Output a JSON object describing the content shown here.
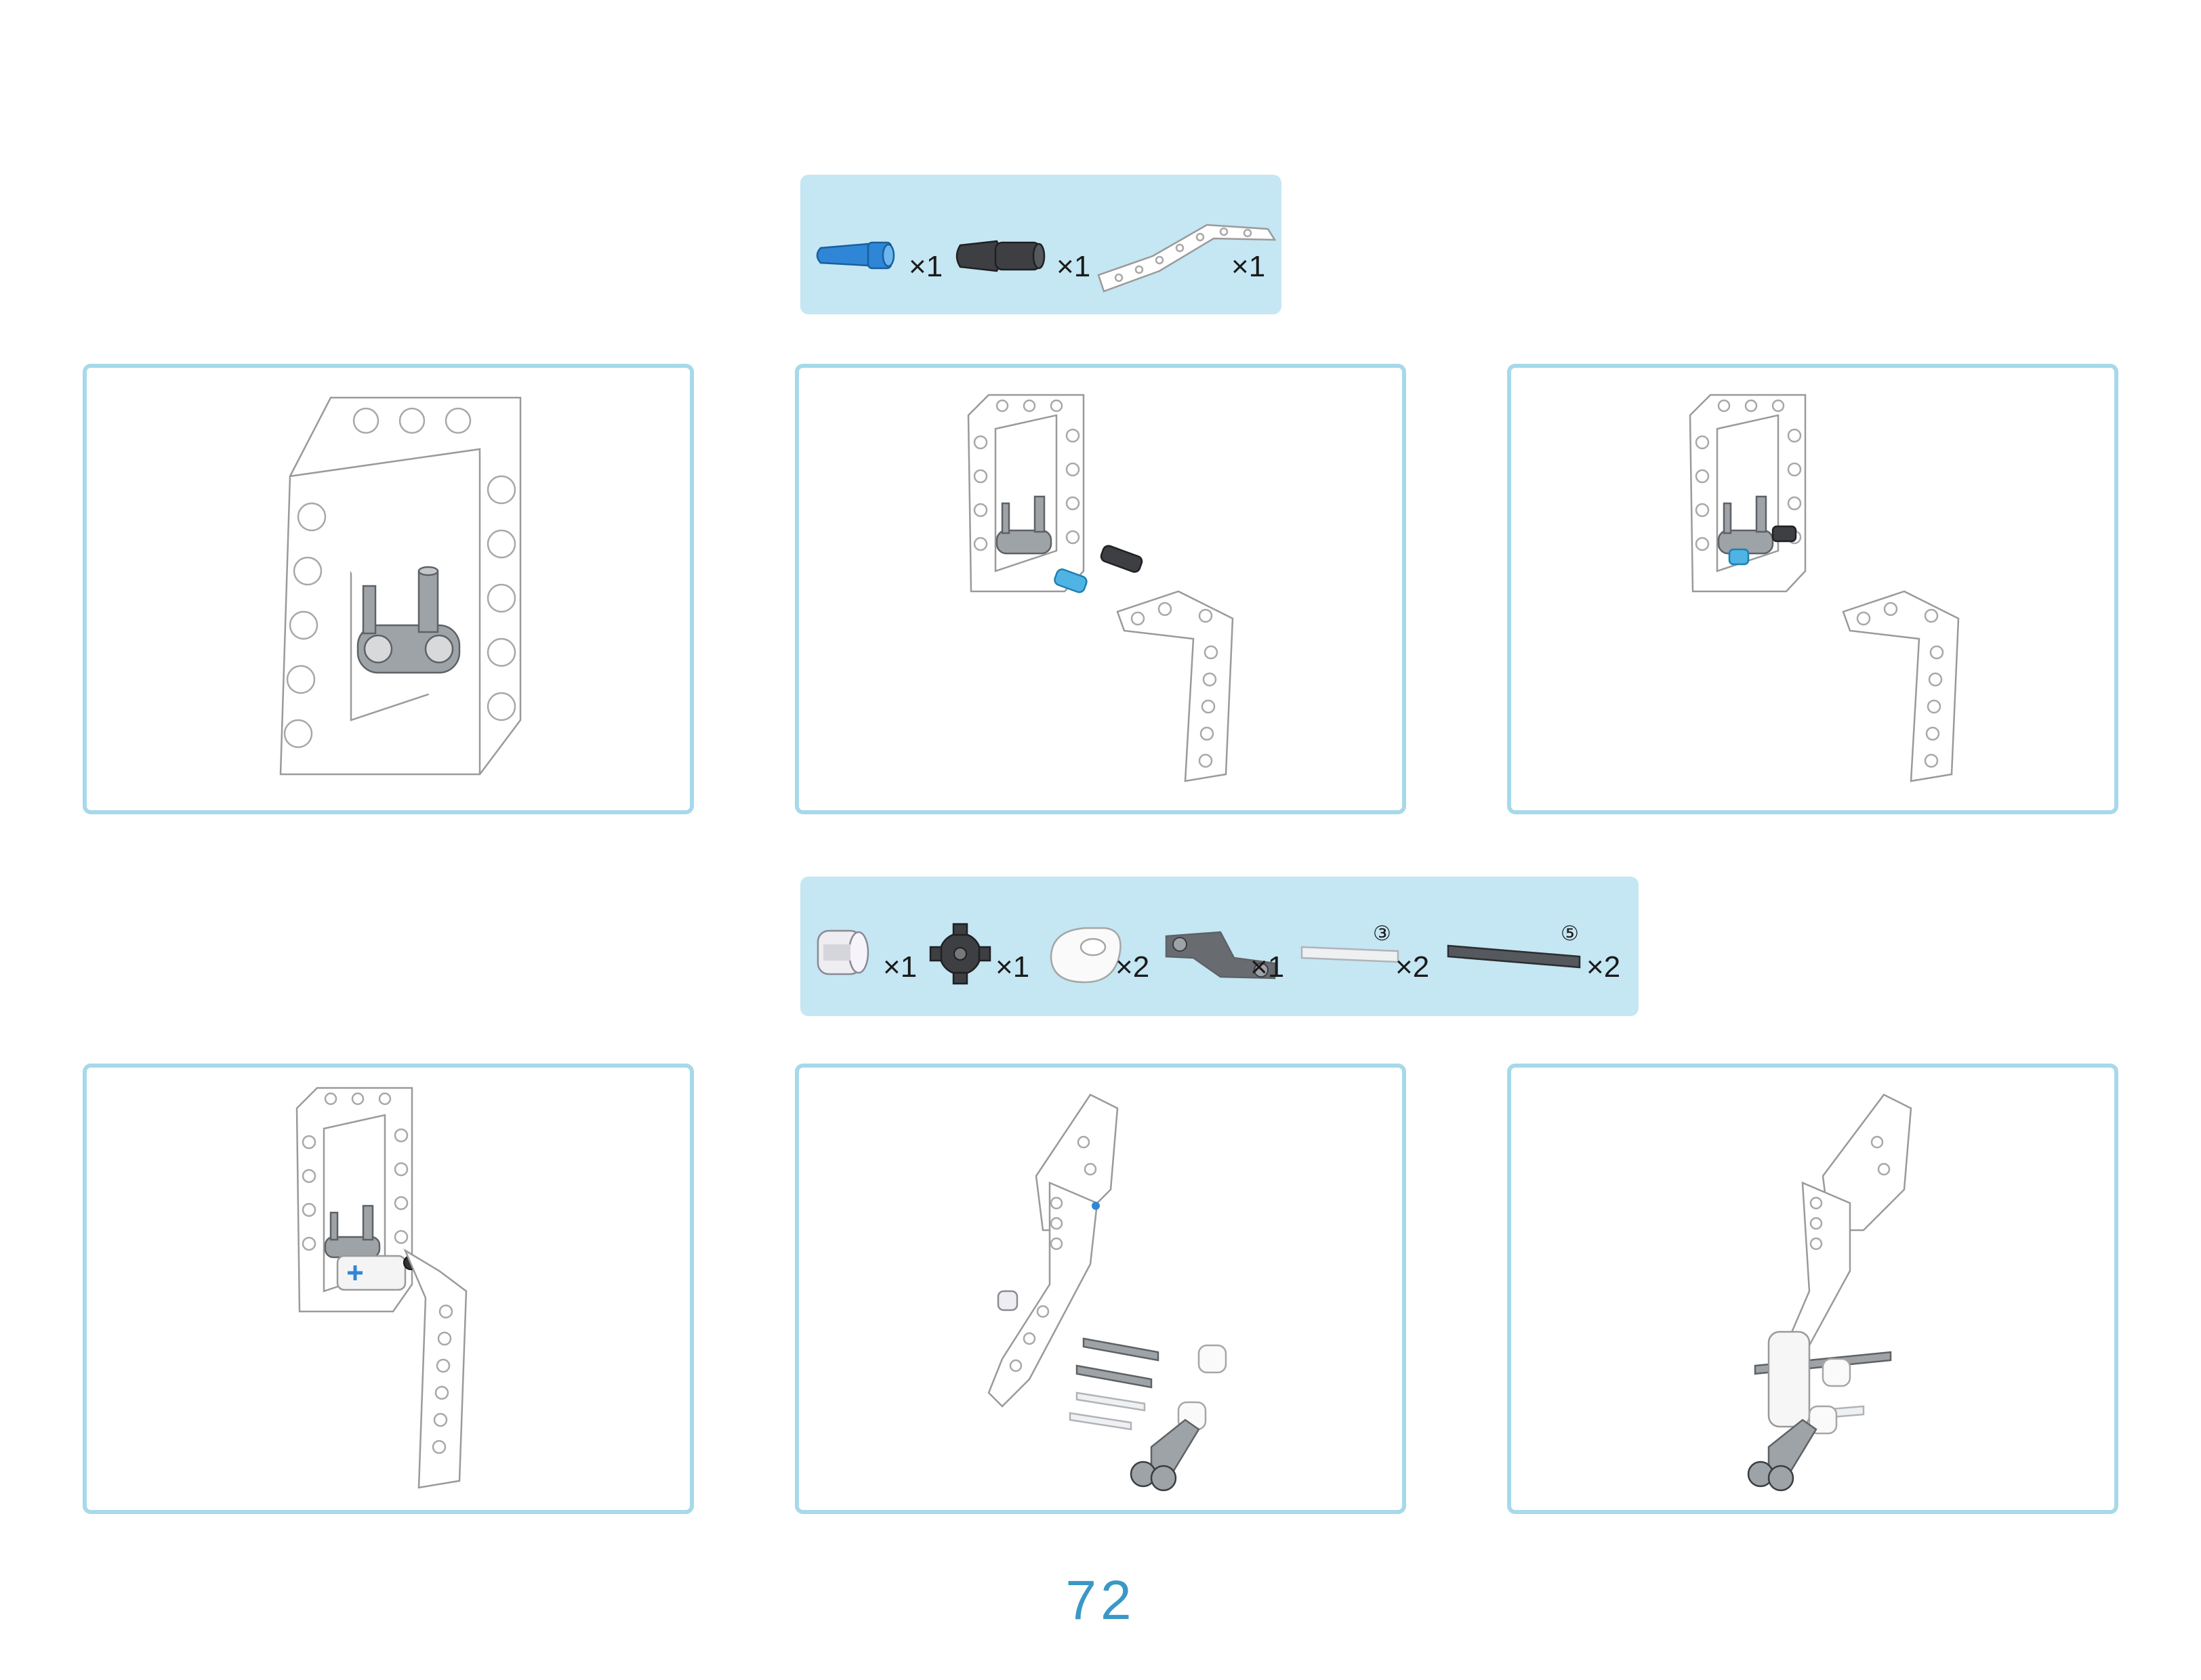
{
  "parts_lists": [
    {
      "items": [
        {
          "icon": "blue-pin-icon",
          "qty": "×1"
        },
        {
          "icon": "black-pin-icon",
          "qty": "×1"
        },
        {
          "icon": "bent-beam-icon",
          "qty": "×1"
        }
      ]
    },
    {
      "items": [
        {
          "icon": "bush-icon",
          "qty": "×1"
        },
        {
          "icon": "gear-icon",
          "qty": "×1"
        },
        {
          "icon": "connector-icon",
          "qty": "×2"
        },
        {
          "icon": "crank-icon",
          "qty": "×1"
        },
        {
          "icon": "axle-3-icon",
          "length": "③",
          "qty": "×2"
        },
        {
          "icon": "axle-5-icon",
          "length": "⑤",
          "qty": "×2"
        }
      ]
    }
  ],
  "colors": {
    "panel_bg": "#c5e6f3",
    "step_border": "#a6d9ea",
    "page_number": "#3a98c6",
    "blue_part": "#2f86d6",
    "dark_part": "#3d3f42",
    "grey_part": "#9ea3a7"
  },
  "page_number": "72"
}
